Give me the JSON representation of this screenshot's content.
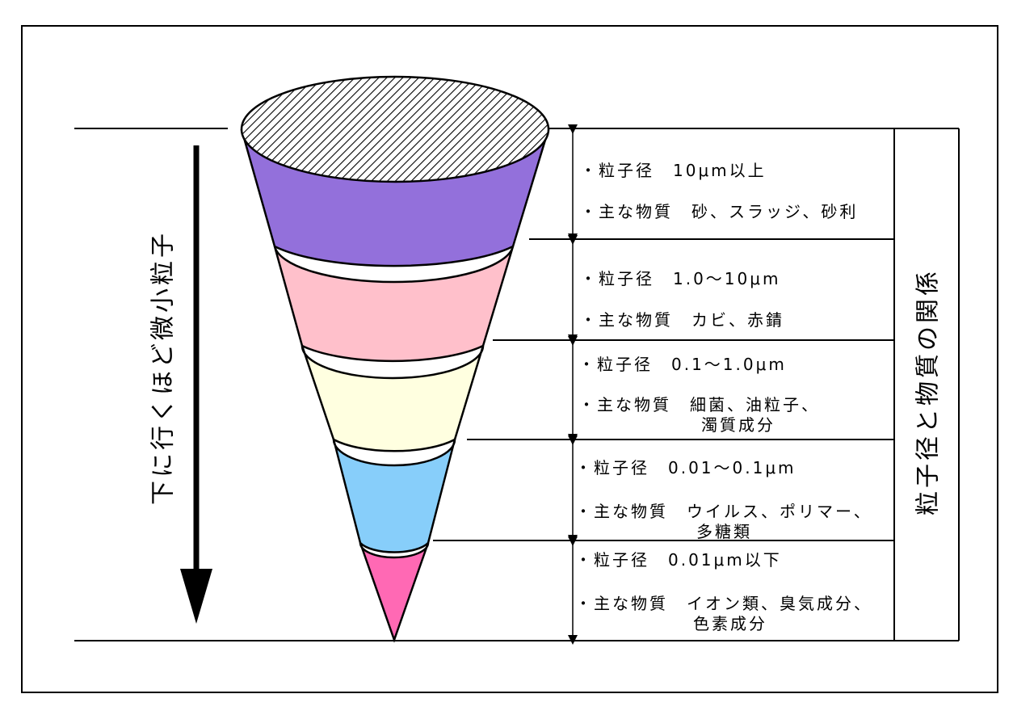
{
  "left_label": "下に行くほど微小粒子",
  "right_label": "粒子径と物質の関係",
  "tiers": [
    {
      "color": "#9370db",
      "size_text": "・粒子径　10μm以上",
      "material_lines": [
        "・主な物質　砂、スラッジ、砂利"
      ]
    },
    {
      "color": "#ffc0cb",
      "size_text": "・粒子径　1.0～10μm",
      "material_lines": [
        "・主な物質　カビ、赤錆"
      ]
    },
    {
      "color": "#ffffe0",
      "size_text": "・粒子径　0.1～1.0μm",
      "material_lines": [
        "・主な物質　細菌、油粒子、",
        "濁質成分"
      ]
    },
    {
      "color": "#87cefa",
      "size_text": "・粒子径　0.01～0.1μm",
      "material_lines": [
        "・主な物質　ウイルス、ポリマー、",
        "多糖類"
      ]
    },
    {
      "color": "#ff69b4",
      "size_text": "・粒子径　0.01μm以下",
      "material_lines": [
        "・主な物質　イオン類、臭気成分、",
        "色素成分"
      ]
    }
  ]
}
